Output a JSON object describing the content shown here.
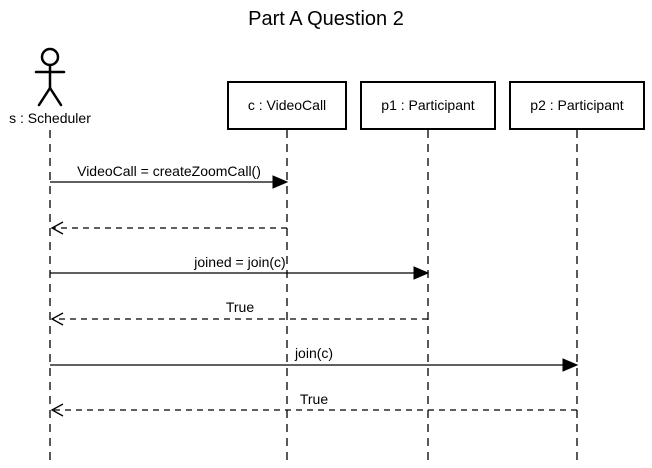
{
  "title": "Part A Question 2",
  "participants": [
    {
      "id": "s",
      "kind": "actor",
      "label": "s : Scheduler"
    },
    {
      "id": "c",
      "kind": "object",
      "label": "c : VideoCall"
    },
    {
      "id": "p1",
      "kind": "object",
      "label": "p1 : Participant"
    },
    {
      "id": "p2",
      "kind": "object",
      "label": "p2 : Participant"
    }
  ],
  "messages": [
    {
      "from": "s",
      "to": "c",
      "label": "VideoCall = createZoomCall()",
      "kind": "sync"
    },
    {
      "from": "c",
      "to": "s",
      "label": "",
      "kind": "return"
    },
    {
      "from": "s",
      "to": "p1",
      "label": "joined = join(c)",
      "kind": "sync"
    },
    {
      "from": "p1",
      "to": "s",
      "label": "True",
      "kind": "return"
    },
    {
      "from": "s",
      "to": "p2",
      "label": "join(c)",
      "kind": "sync"
    },
    {
      "from": "p2",
      "to": "s",
      "label": "True",
      "kind": "return"
    }
  ]
}
